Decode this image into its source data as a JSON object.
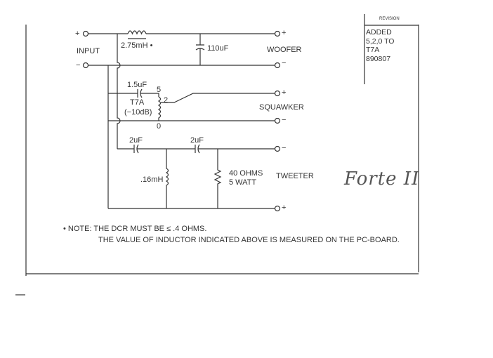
{
  "input": {
    "label": "INPUT",
    "plus": "+",
    "minus": "−"
  },
  "woofer": {
    "inductor": "2.75mH •",
    "capacitor": "110uF",
    "label": "WOOFER",
    "plus": "+",
    "minus": "−"
  },
  "squawker": {
    "capacitor": "1.5uF",
    "autoformer": "T7A",
    "attenuation": "(−10dB)",
    "tap_5": "5",
    "tap_2": "2",
    "tap_0": "0",
    "label": "SQUAWKER",
    "plus": "+",
    "minus": "−"
  },
  "tweeter": {
    "capacitor1": "2uF",
    "capacitor2": "2uF",
    "inductor": ".16mH",
    "resistor_value": "40 OHMS",
    "resistor_power": "5 WATT",
    "label": "TWEETER",
    "plus": "+",
    "minus": "−"
  },
  "notes": {
    "line1": "• NOTE:  THE DCR MUST BE  ≤ .4 OHMS.",
    "line2": "THE VALUE OF INDUCTOR INDICATED ABOVE IS MEASURED ON THE PC-BOARD."
  },
  "revision": {
    "header": "REVISION",
    "lines": [
      "ADDED",
      "5,2,0  TO",
      "T7A",
      "890807"
    ]
  },
  "handwriting": "Forte II"
}
